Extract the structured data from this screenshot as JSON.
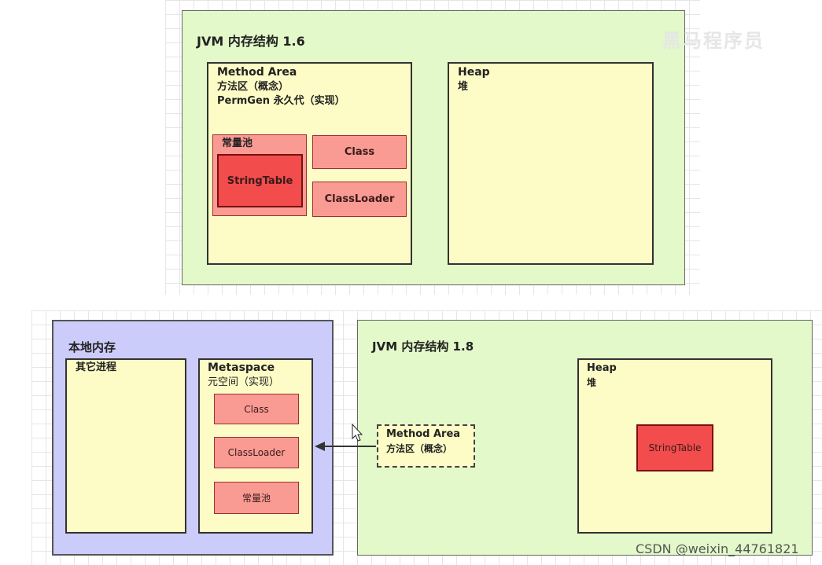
{
  "jvm16": {
    "title": "JVM 内存结构 1.6",
    "method_area": {
      "line1": "Method Area",
      "line2": "方法区（概念）",
      "line3": "PermGen 永久代（实现）"
    },
    "constant_pool": "常量池",
    "string_table": "StringTable",
    "class": "Class",
    "class_loader": "ClassLoader",
    "heap": {
      "line1": "Heap",
      "line2": "堆"
    }
  },
  "native": {
    "title": "本地内存",
    "other_process": "其它进程",
    "metaspace": {
      "line1": "Metaspace",
      "line2": "元空间（实现）"
    },
    "class": "Class",
    "class_loader": "ClassLoader",
    "constant_pool": "常量池"
  },
  "jvm18": {
    "title": "JVM 内存结构 1.8",
    "method_area": {
      "line1": "Method Area",
      "line2": "方法区（概念）"
    },
    "heap": {
      "line1": "Heap",
      "line2": "堆"
    },
    "string_table": "StringTable"
  },
  "watermark": "CSDN @weixin_44761821",
  "logo": "黑马程序员"
}
